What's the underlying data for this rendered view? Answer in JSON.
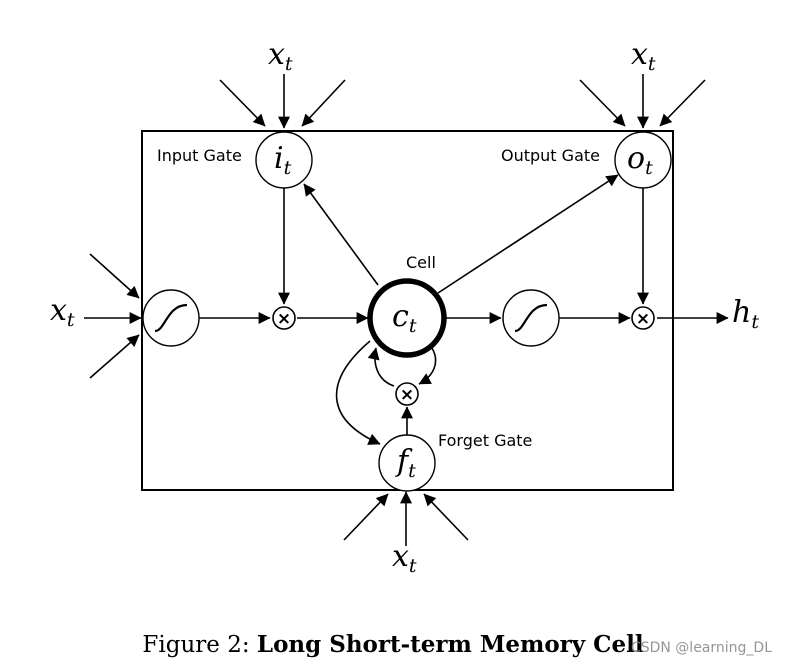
{
  "labels": {
    "input_gate": "Input Gate",
    "output_gate": "Output Gate",
    "cell": "Cell",
    "forget_gate": "Forget Gate"
  },
  "math": {
    "input_gate": {
      "base": "i",
      "sub": "t"
    },
    "output_gate": {
      "base": "o",
      "sub": "t"
    },
    "cell": {
      "base": "c",
      "sub": "t"
    },
    "forget_gate": {
      "base": "f",
      "sub": "t"
    },
    "output": {
      "base": "h",
      "sub": "t"
    },
    "input": {
      "base": "x",
      "sub": "t"
    }
  },
  "multiply_symbol": "×",
  "caption": {
    "prefix": "Figure 2: ",
    "title": "Long Short-term Memory Cell"
  },
  "watermark": "CSDN @learning_DL"
}
